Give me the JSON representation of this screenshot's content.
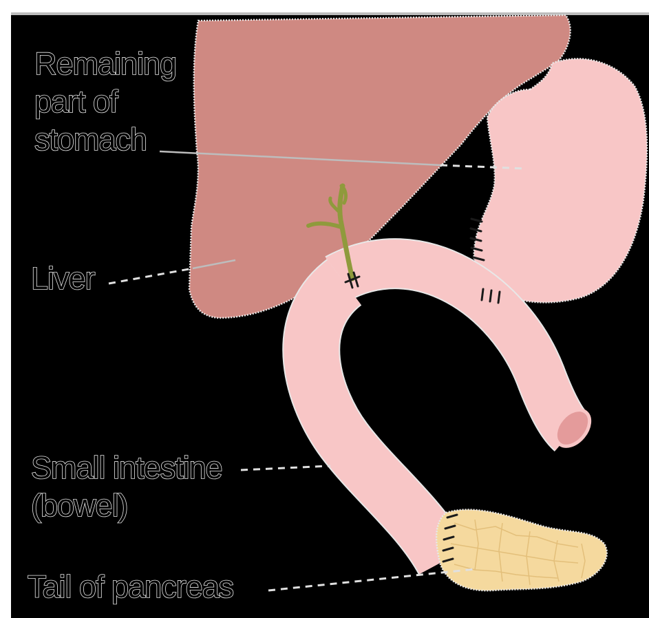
{
  "labels": {
    "stomach": [
      "Remaining",
      "part of",
      "stomach"
    ],
    "liver": "Liver",
    "intestine": [
      "Small intestine",
      "(bowel)"
    ],
    "pancreas": "Tail of pancreas"
  },
  "colors": {
    "background": "#000000",
    "liver": "#cf8982",
    "stomach": "#f8c6c6",
    "intestine": "#f8c6c6",
    "pancreas": "#f5d99e",
    "bile_duct": "#8f9a3c",
    "label_text": "#000000",
    "label_outline": "#e8e8e8"
  }
}
